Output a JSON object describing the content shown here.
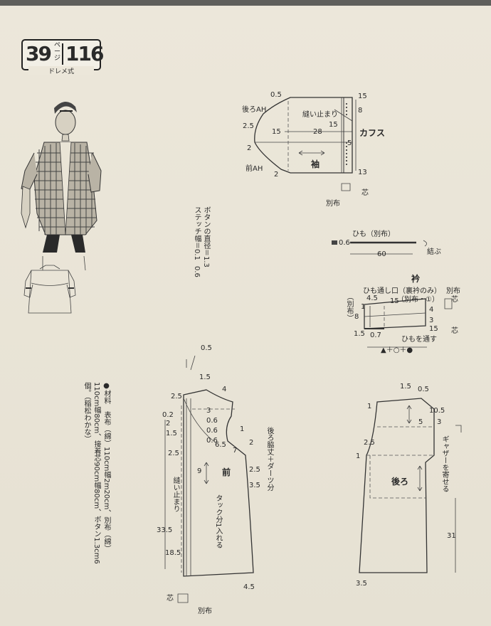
{
  "badge": {
    "page_ref": "39",
    "page_unit": "ページ",
    "number": "116",
    "subtitle": "ドレメ式"
  },
  "notes": {
    "button": [
      "ボタンの直径＝1.3",
      "ステッチ幅＝0.1",
      "0.6"
    ],
    "materials": [
      "●材料　表布（綿）110cm幅2m20cm、別布（綿）",
      "110cm幅80cm、接着芯90cm幅80cm、ボタン1.3cm6",
      "個。（稲松わかな）"
    ]
  },
  "sleeve": {
    "back_ah": "後ろAH",
    "front_ah": "前AH",
    "name": "袖",
    "cuffs": "カフス",
    "stitch_stop": "縫い止まり",
    "d05": "0.5",
    "d15a": "15",
    "d8": "8",
    "d15b": "15",
    "d25": "2.5",
    "d15c": "15",
    "d28": "28",
    "d5": "5",
    "d2": "2",
    "d2b": "2",
    "d13": "13",
    "bessfu": "別布",
    "shin": "芯"
  },
  "tie": {
    "name": "ひも（別布）",
    "d06": "0.6",
    "d60": "60",
    "musubu": "結ぶ"
  },
  "collar": {
    "name": "衿",
    "note1": "ひも通し口（裏衿のみ）",
    "note2": "（別布・①）",
    "bessfu": "別布",
    "shin": "芯",
    "shin2": "芯",
    "left_label": "（別布）",
    "d45": "4.5",
    "d15": "15",
    "d4": "4",
    "d8": "8",
    "d1": "1",
    "d3": "3",
    "d15b": "15",
    "d07": "0.7",
    "d15c": "1.5",
    "pass": "ひもを通す",
    "formula": "▲＋○＋●"
  },
  "front": {
    "name": "前",
    "d05": "0.5",
    "d15": "1.5",
    "d4": "4",
    "d25": "2.5",
    "d02": "0.2",
    "d2": "2",
    "d15b": "1.5",
    "d3": "3",
    "d06a": "0.6",
    "d06b": "0.6",
    "d06c": "0.6",
    "d65": "6.5",
    "d7": "7",
    "d1": "1",
    "d2b": "2",
    "d25b": "2.5",
    "d25c": "2.5",
    "d9": "9",
    "d35": "3.5",
    "d335": "33.5",
    "d185": "18.5",
    "d45": "4.5",
    "stitch_stop": "縫い止まり",
    "tuck": "タック分1入れる",
    "side_note": "後ろ脇丈＋ダーツ分",
    "bessfu": "別布",
    "shin": "芯"
  },
  "back": {
    "name": "後ろ",
    "d15": "1.5",
    "d05": "0.5",
    "d105": "10.5",
    "d5": "5",
    "d3": "3",
    "d25": "2.5",
    "d1a": "1",
    "d1b": "1",
    "d31": "31",
    "d35": "3.5",
    "gather": "ギャザーを寄せる"
  }
}
